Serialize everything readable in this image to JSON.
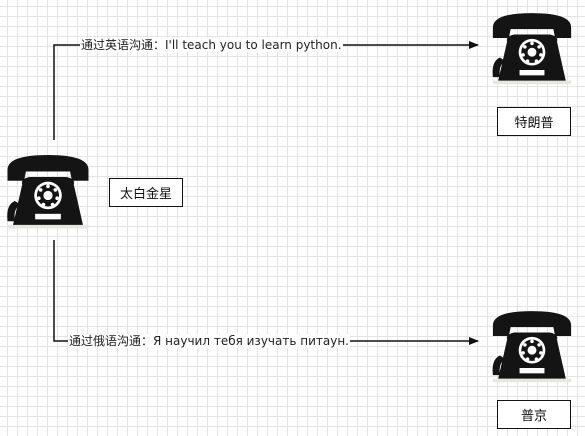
{
  "nodes": {
    "sender": {
      "name": "太白金星"
    },
    "receiver_top": {
      "name": "特朗普"
    },
    "receiver_bottom": {
      "name": "普京"
    }
  },
  "edges": {
    "top": {
      "label": "通过英语沟通：I'll teach you to learn python."
    },
    "bottom": {
      "label": "通过俄语沟通：Я научил тебя изучать питаун."
    }
  },
  "colors": {
    "line": "#111111",
    "phone": "#141414",
    "grid": "#e4e4e4"
  },
  "icons": {
    "node_icon": "rotary-telephone-icon"
  }
}
